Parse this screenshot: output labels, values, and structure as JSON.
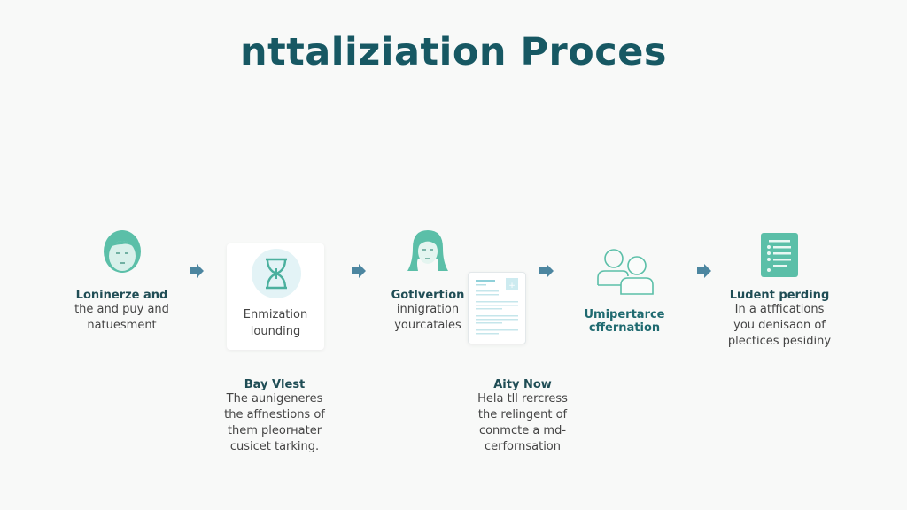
{
  "title": "nttaliziation Proces",
  "colors": {
    "title": "#175863",
    "icon_teal": "#5bbfa8",
    "arrow": "#4c86a0",
    "text": "#444444"
  },
  "steps": [
    {
      "icon": "person-face-icon",
      "heading": "Loninerze and",
      "lines": [
        "the and puy and",
        "natuesment"
      ]
    },
    {
      "icon": "hourglass-icon",
      "heading": "",
      "lines": [
        "Enmization",
        "lounding"
      ]
    },
    {
      "icon": "woman-face-icon",
      "heading": "Gotlvertion",
      "lines": [
        "innigration",
        "yourcatales"
      ]
    },
    {
      "icon": "two-users-icon",
      "heading": "Umipertarce",
      "lines": [
        "cffernation"
      ]
    },
    {
      "icon": "checklist-document-icon",
      "heading": "Ludent perding",
      "lines": [
        "In a atffications",
        "you denisaon of",
        "plectices pesidiny"
      ]
    }
  ],
  "sub_notes": [
    {
      "heading": "Bay Vlest",
      "lines": [
        "The aunigeneres",
        "the affnestions of",
        "them pleorнater",
        "cusicet tarking."
      ]
    },
    {
      "heading": "Aity Now",
      "lines": [
        "Hela tll rercress",
        "the relingent of",
        "conmcte a md-",
        "cerfornsation"
      ]
    }
  ],
  "arrows": [
    "right-arrow-icon",
    "right-arrow-icon",
    "right-arrow-icon",
    "right-arrow-icon"
  ]
}
